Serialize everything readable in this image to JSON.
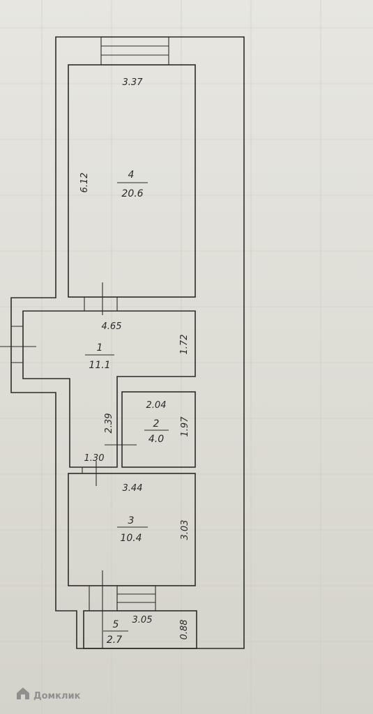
{
  "plan": {
    "rooms": [
      {
        "number": "4",
        "area": "20.6"
      },
      {
        "number": "1",
        "area": "11.1"
      },
      {
        "number": "2",
        "area": "4.0"
      },
      {
        "number": "3",
        "area": "10.4"
      },
      {
        "number": "5",
        "area": "2.7"
      }
    ],
    "dimensions": {
      "room4_width": "3.37",
      "room4_length": "6.12",
      "room1_width": "4.65",
      "room1_depth": "1.72",
      "room2_width": "2.04",
      "room2_depth": "1.97",
      "corridor_length": "2.39",
      "corridor_width": "1.30",
      "room3_width": "3.44",
      "room3_depth": "3.03",
      "room5_width": "3.05",
      "room5_depth": "0.88"
    }
  },
  "watermark": {
    "text": "Домклик",
    "icon": "house-icon"
  }
}
